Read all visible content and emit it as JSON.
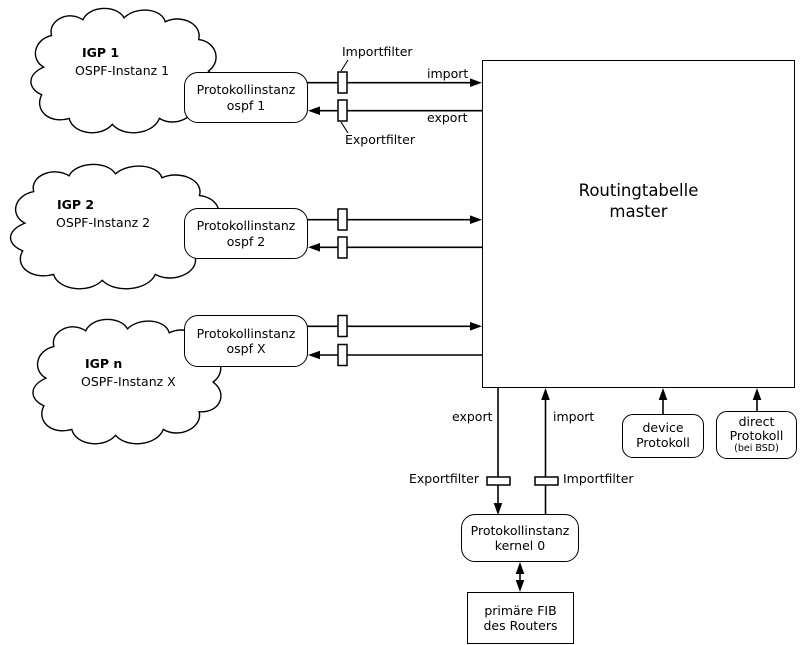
{
  "colors": {
    "ink": "#000000",
    "background": "#ffffff"
  },
  "igp_rows": [
    {
      "cloud_title": "IGP 1",
      "cloud_subtitle": "OSPF-Instanz 1",
      "box_line1": "Protokollinstanz",
      "box_line2": "ospf 1"
    },
    {
      "cloud_title": "IGP 2",
      "cloud_subtitle": "OSPF-Instanz 2",
      "box_line1": "Protokollinstanz",
      "box_line2": "ospf 2"
    },
    {
      "cloud_title": "IGP n",
      "cloud_subtitle": "OSPF-Instanz X",
      "box_line1": "Protokollinstanz",
      "box_line2": "ospf X"
    }
  ],
  "top_filters": {
    "importfilter_label": "Importfilter",
    "exportfilter_label": "Exportfilter"
  },
  "row1_labels": {
    "import": "import",
    "export": "export"
  },
  "master_table": {
    "line1": "Routingtabelle",
    "line2": "master"
  },
  "bottom": {
    "export_label": "export",
    "import_label": "import",
    "exportfilter_label": "Exportfilter",
    "importfilter_label": "Importfilter",
    "device_box": {
      "line1": "device",
      "line2": "Protokoll"
    },
    "direct_box": {
      "line1": "direct",
      "line2": "Protokoll",
      "line3": "(bei BSD)"
    },
    "kernel_box": {
      "line1": "Protokollinstanz",
      "line2": "kernel 0"
    },
    "fib_box": {
      "line1": "primäre FIB",
      "line2": "des Routers"
    }
  }
}
